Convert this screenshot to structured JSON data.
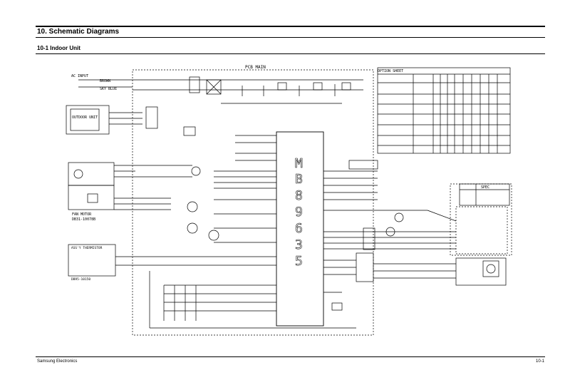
{
  "header": {
    "section_title": "10. Schematic Diagrams",
    "subsection_title": "10-1 Indoor Unit"
  },
  "schematic": {
    "board_label": "PCB MAIN",
    "mcu_label": "MB89635",
    "outdoor_label": "OUTDOOR UNIT",
    "fan_motor_label": "FAN MOTOR",
    "fan_motor_part": "DB31-10078B",
    "thermistor_label": "ASS'Y THERMISTOR",
    "thermistor_part": "DB95-10150",
    "spec_label": "SPEC",
    "option_table_title": "OPTION SHEET"
  },
  "footer": {
    "left": "Samsung Electronics",
    "right": "10-1"
  }
}
